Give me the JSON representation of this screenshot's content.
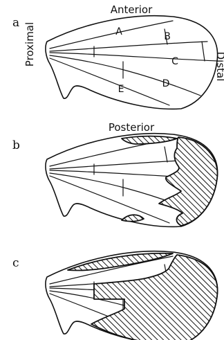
{
  "panels": [
    {
      "letter": "a"
    },
    {
      "letter": "b"
    },
    {
      "letter": "c"
    }
  ],
  "orientation": {
    "anterior": "Anterior",
    "posterior": "Posterior",
    "proximal": "Proximal",
    "distal": "Distal"
  },
  "regions": [
    "A",
    "B",
    "C",
    "D",
    "E"
  ]
}
